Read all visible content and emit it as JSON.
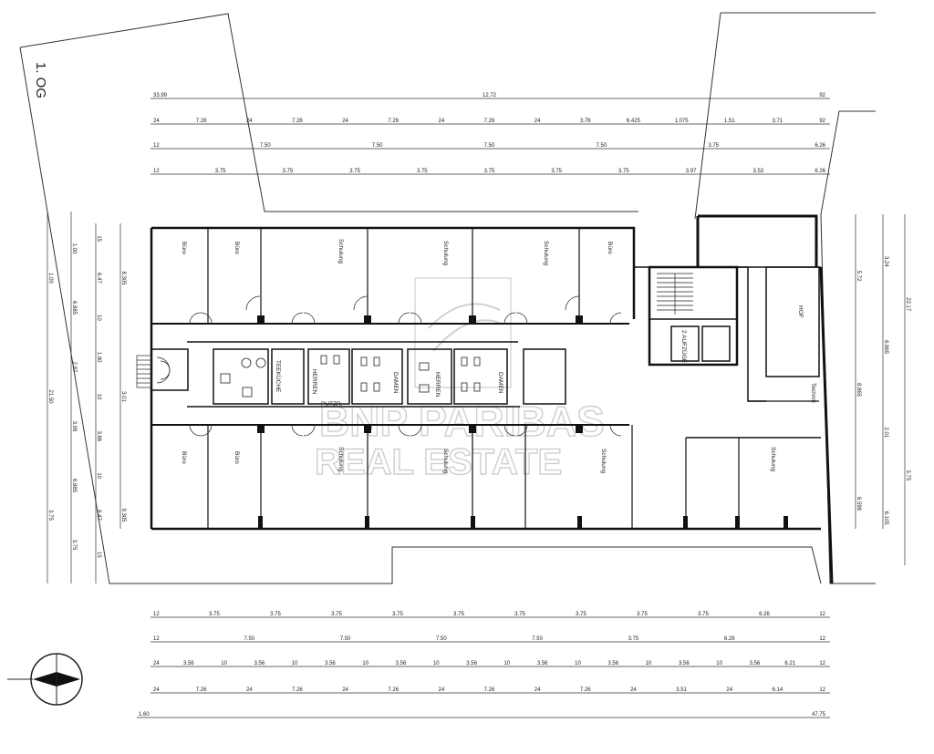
{
  "floor_label": "1. OG",
  "watermark": {
    "line1": "BNP PARIBAS",
    "line2": "REAL ESTATE"
  },
  "dim_rows_top": [
    {
      "labels": [
        "33.99",
        "12.72",
        "92"
      ]
    },
    {
      "labels": [
        "24",
        "7.26",
        "24",
        "7.26",
        "24",
        "7.26",
        "24",
        "7.26",
        "24",
        "3.76",
        "6.425",
        "1.075",
        "1.51",
        "3.71",
        "92"
      ]
    },
    {
      "labels": [
        "12",
        "7.50",
        "7.50",
        "7.50",
        "7.50",
        "3.75",
        "6.26"
      ]
    },
    {
      "labels": [
        "12",
        "3.75",
        "3.75",
        "3.75",
        "3.75",
        "3.75",
        "3.75",
        "3.75",
        "3.97",
        "3.53",
        "6.26"
      ]
    }
  ],
  "dim_rows_bottom": [
    {
      "labels": [
        "12",
        "3.75",
        "3.75",
        "3.75",
        "3.75",
        "3.75",
        "3.75",
        "3.75",
        "3.75",
        "3.75",
        "6.26",
        "12"
      ]
    },
    {
      "labels": [
        "12",
        "7.50",
        "7.50",
        "7.50",
        "7.50",
        "3.75",
        "6.26",
        "12"
      ]
    },
    {
      "labels": [
        "24",
        "3.56",
        "10",
        "3.56",
        "10",
        "3.56",
        "10",
        "3.56",
        "10",
        "3.56",
        "10",
        "3.56",
        "10",
        "3.56",
        "10",
        "3.56",
        "10",
        "3.56",
        "6.21",
        "12"
      ]
    },
    {
      "labels": [
        "24",
        "7.26",
        "24",
        "7.26",
        "24",
        "7.26",
        "24",
        "7.26",
        "24",
        "7.26",
        "24",
        "3.51",
        "24",
        "6.14",
        "12"
      ]
    },
    {
      "labels": [
        "1.60",
        "47.75"
      ]
    }
  ],
  "dim_cols_left": [
    {
      "labels": [
        "1.00",
        "21.50",
        "3.75"
      ]
    },
    {
      "labels": [
        "1.00",
        "6.885",
        "2.87",
        "3.98",
        "6.885",
        "3.75"
      ]
    },
    {
      "labels": [
        "15",
        "6.47",
        "10",
        "1.80",
        "10",
        "3.86",
        "10",
        "6.47",
        "15"
      ]
    },
    {
      "labels": [
        "8.305",
        "3.01",
        "9.305"
      ]
    }
  ],
  "dim_cols_right": [
    {
      "labels": [
        "5.72",
        "8.865",
        "6.598"
      ]
    },
    {
      "labels": [
        "3.24",
        "6.865",
        "2.01",
        "6.105"
      ]
    },
    {
      "labels": [
        "22.17",
        "3.75"
      ]
    }
  ],
  "room_labels": {
    "schulung": "Schulung",
    "buero": "Büro",
    "teekueche": "TEEKÜCHE",
    "herren": "HERREN",
    "damen": "DAMEN",
    "putzr": "PUTZR.",
    "aufzuege": "2 AUFZÜGE",
    "hof": "HOF",
    "technik": "Technik"
  }
}
